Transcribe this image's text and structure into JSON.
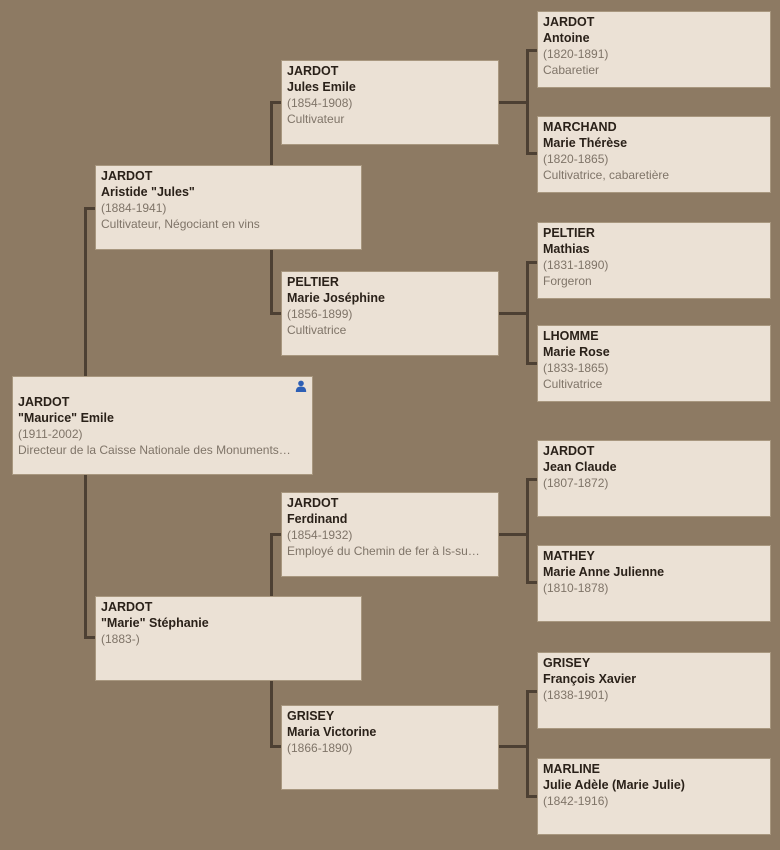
{
  "tree": {
    "root": {
      "surname": "JARDOT",
      "given": "\"Maurice\" Emile",
      "dates": "(1911-2002)",
      "occupation": "Directeur de la Caisse Nationale des Monuments…",
      "icon": "person-icon",
      "icon_color": "#2d5fb5"
    },
    "father": {
      "surname": "JARDOT",
      "given": "Aristide \"Jules\"",
      "dates": "(1884-1941)",
      "occupation": "Cultivateur, Négociant en vins"
    },
    "mother": {
      "surname": "JARDOT",
      "given": "\"Marie\" Stéphanie",
      "dates": "(1883-)",
      "occupation": ""
    },
    "paternal_grandfather": {
      "surname": "JARDOT",
      "given": "Jules Emile",
      "dates": "(1854-1908)",
      "occupation": "Cultivateur"
    },
    "paternal_grandmother": {
      "surname": "PELTIER",
      "given": "Marie Joséphine",
      "dates": "(1856-1899)",
      "occupation": "Cultivatrice"
    },
    "maternal_grandfather": {
      "surname": "JARDOT",
      "given": "Ferdinand",
      "dates": "(1854-1932)",
      "occupation": "Employé du Chemin de fer à ls-su…"
    },
    "maternal_grandmother": {
      "surname": "GRISEY",
      "given": "Maria Victorine",
      "dates": "(1866-1890)",
      "occupation": ""
    },
    "gg1": {
      "surname": "JARDOT",
      "given": "Antoine",
      "dates": "(1820-1891)",
      "occupation": "Cabaretier"
    },
    "gg2": {
      "surname": "MARCHAND",
      "given": "Marie Thérèse",
      "dates": "(1820-1865)",
      "occupation": "Cultivatrice, cabaretière"
    },
    "gg3": {
      "surname": "PELTIER",
      "given": "Mathias",
      "dates": "(1831-1890)",
      "occupation": "Forgeron"
    },
    "gg4": {
      "surname": "LHOMME",
      "given": "Marie Rose",
      "dates": "(1833-1865)",
      "occupation": "Cultivatrice"
    },
    "gg5": {
      "surname": "JARDOT",
      "given": "Jean Claude",
      "dates": "(1807-1872)",
      "occupation": ""
    },
    "gg6": {
      "surname": "MATHEY",
      "given": "Marie Anne Julienne",
      "dates": "(1810-1878)",
      "occupation": ""
    },
    "gg7": {
      "surname": "GRISEY",
      "given": "François Xavier",
      "dates": "(1838-1901)",
      "occupation": ""
    },
    "gg8": {
      "surname": "MARLINE",
      "given": "Julie Adèle (Marie Julie)",
      "dates": "(1842-1916)",
      "occupation": ""
    }
  }
}
